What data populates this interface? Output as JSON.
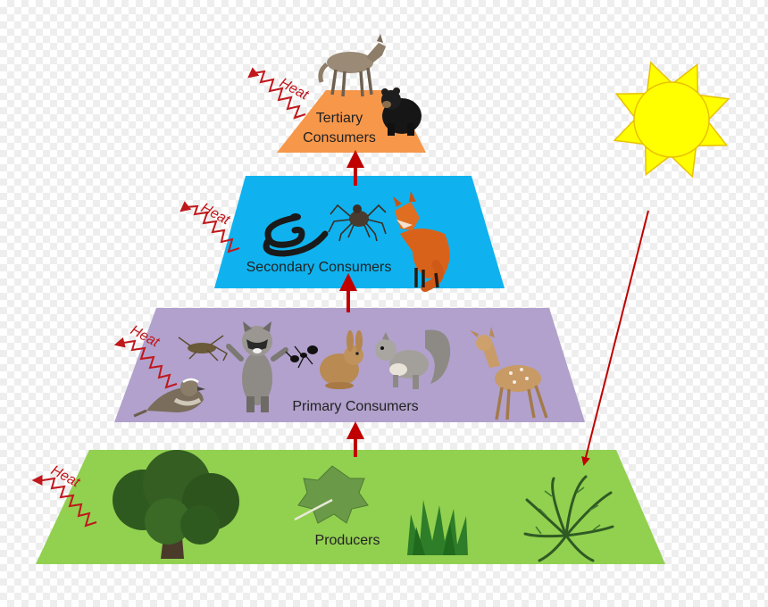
{
  "levels": {
    "tertiary": {
      "line1": "Tertiary",
      "line2": "Consumers",
      "color": "#f7974a"
    },
    "secondary": {
      "label": "Secondary Consumers",
      "color": "#0fb2ee"
    },
    "primary": {
      "label": "Primary Consumers",
      "color": "#b1a1cc"
    },
    "producers": {
      "label": "Producers",
      "color": "#92d050"
    }
  },
  "heat_label": "Heat",
  "colors": {
    "arrow": "#c00000",
    "heat_arrow": "#c0171b",
    "sun_fill": "#ffff00",
    "sun_stroke": "#e8c200"
  },
  "organisms": {
    "tertiary": [
      "coyote-icon",
      "bear-icon"
    ],
    "secondary": [
      "snake-icon",
      "spider-icon",
      "fox-icon"
    ],
    "primary": [
      "cricket-icon",
      "sparrow-icon",
      "raccoon-icon",
      "ant-icon",
      "rabbit-icon",
      "squirrel-icon",
      "deer-icon"
    ],
    "producers": [
      "tree-icon",
      "leaf-icon",
      "grass-icon",
      "fern-icon"
    ]
  }
}
